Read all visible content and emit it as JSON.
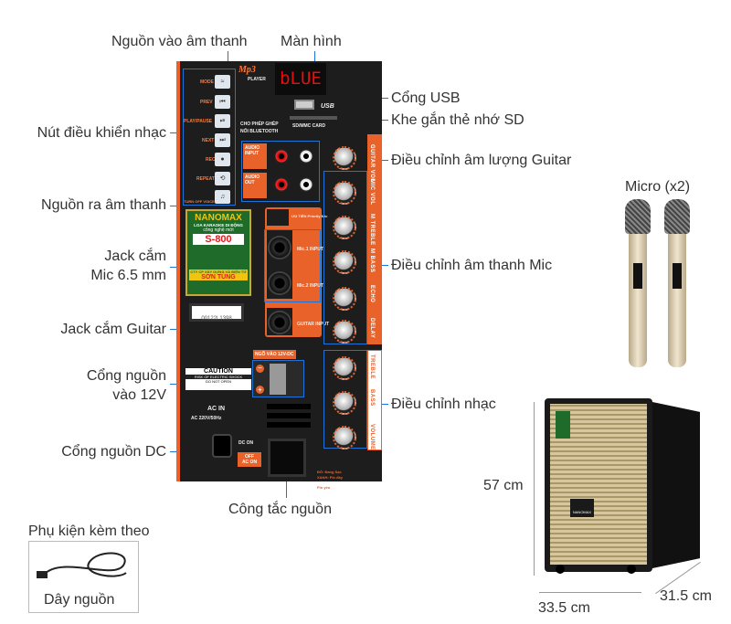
{
  "callouts": {
    "audio_in": "Nguồn vào âm thanh",
    "screen": "Màn hình",
    "music_buttons": "Nút điều khiển nhạc",
    "audio_out": "Nguồn ra âm thanh",
    "mic_jack_1": "Jack cắm",
    "mic_jack_2": "Mic 6.5 mm",
    "guitar_jack": "Jack cắm Guitar",
    "dc12_1": "Cổng nguồn",
    "dc12_2": "vào 12V",
    "dc_port": "Cổng nguồn DC",
    "power_switch": "Công tắc nguồn",
    "usb": "Cổng USB",
    "sd": "Khe gắn thẻ nhớ SD",
    "guitar_vol": "Điều chỉnh âm lượng Guitar",
    "mic_adjust": "Điều chỉnh âm thanh Mic",
    "music_adjust": "Điều chỉnh nhạc"
  },
  "micro": "Micro (x2)",
  "dimensions": {
    "height": "57 cm",
    "width": "33.5 cm",
    "depth": "31.5 cm"
  },
  "accessories": {
    "title": "Phụ kiện kèm theo",
    "item": "Dây nguồn"
  },
  "panel": {
    "mp3": "Mp3",
    "player": "PLAYER",
    "display": "bLUE",
    "usb": "USB",
    "sd": "SD/MMC CARD",
    "bt1": "CHO PHÉP GHÉP",
    "bt2": "NỐI BLUETOOTH",
    "buttons": [
      "MODE",
      "PREV",
      "PLAY/PAUSE",
      "NEXT",
      "REC",
      "REPEAT"
    ],
    "turn_off": "TURN OFF VOICE",
    "audio_input": "AUDIO INPUT",
    "audio_out": "AUDIO OUT",
    "knobs": [
      "GUITAR VOL",
      "MIC VOL",
      "M TREBLE",
      "M BASS",
      "ECHO",
      "DELAY",
      "TREBLE",
      "BASS",
      "VOLUME"
    ],
    "brand": "NANOMAX",
    "sub1": "LOA KARAOKE DI ĐỘNG",
    "sub2": "công nghệ mới",
    "model": "S-800",
    "company": "CTY CP XÂY DỰNG VÀ ĐIỆN TỬ",
    "company2": "SƠN TÙNG",
    "barcode": "00122L1398",
    "priority": "ƯU TIÊN Priority Mic",
    "mic1": "Mic.1 INPUT",
    "mic2": "Mic.2 INPUT",
    "guitar": "GUITAR INPUT",
    "dc12": "NGÕ VÀO 12V-DC",
    "caution": "CAUTION",
    "shock": "RISK OF ELECTRIC SHOCK",
    "noopen": "DO NOT OPEN",
    "acin": "AC IN",
    "acv": "AC 220V/50Hz",
    "dcon": "DC ON",
    "off": "OFF",
    "acon": "AC ON",
    "charge1": "ĐỎ: Đang Sạc",
    "charge2": "XANH: Pin đầy",
    "low": "Pin yếu"
  },
  "speaker_brand": "NANOMAX",
  "colors": {
    "accent": "#e8622a",
    "line": "#1e73d8"
  }
}
